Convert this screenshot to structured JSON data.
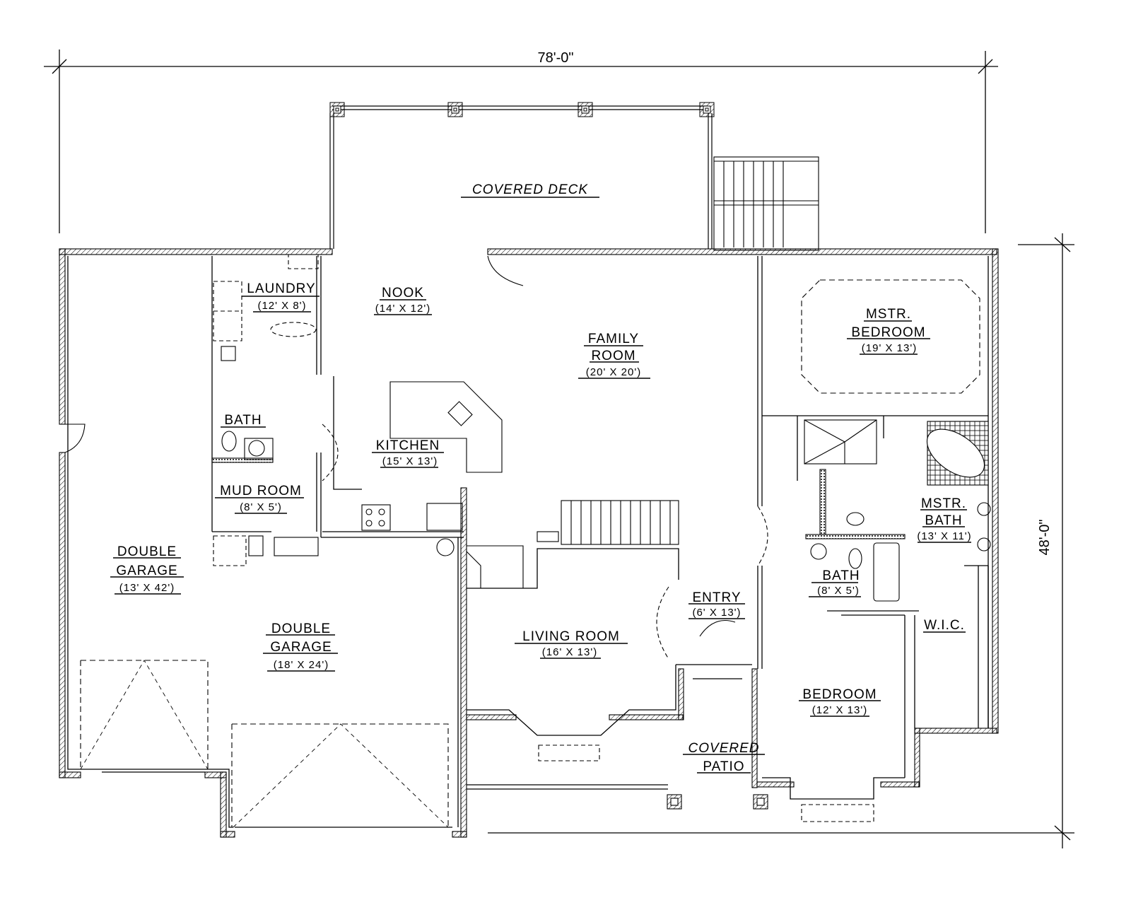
{
  "drawing": {
    "type": "floor plan",
    "background": "#ffffff",
    "line_color": "#000000",
    "overall_dimensions": {
      "width_label": "78'-0\"",
      "depth_label": "48'-0\""
    }
  },
  "rooms": {
    "covered_deck": {
      "name": "COVERED DECK"
    },
    "laundry": {
      "name": "LAUNDRY",
      "size": "(12' X 8')"
    },
    "nook": {
      "name": "NOOK",
      "size": "(14' X 12')"
    },
    "family_room": {
      "name_line1": "FAMILY",
      "name_line2": "ROOM",
      "size": "(20' X 20')"
    },
    "mstr_bedroom": {
      "name_line1": "MSTR.",
      "name_line2": "BEDROOM",
      "size": "(19' X 13')"
    },
    "bath_small": {
      "name": "BATH"
    },
    "kitchen": {
      "name": "KITCHEN",
      "size": "(15' X 13')"
    },
    "mud_room": {
      "name": "MUD ROOM",
      "size": "(8' X 5')"
    },
    "mstr_bath": {
      "name_line1": "MSTR.",
      "name_line2": "BATH",
      "size": "(13' X 11')"
    },
    "bath_hall": {
      "name": "BATH",
      "size": "(8' X 5')"
    },
    "double_garage_left": {
      "name_line1": "DOUBLE",
      "name_line2": "GARAGE",
      "size": "(13' X 42')"
    },
    "double_garage_right": {
      "name_line1": "DOUBLE",
      "name_line2": "GARAGE",
      "size": "(18' X 24')"
    },
    "entry": {
      "name": "ENTRY",
      "size": "(6' X 13')"
    },
    "wic": {
      "name": "W.I.C."
    },
    "living_room": {
      "name": "LIVING ROOM",
      "size": "(16' X 13')"
    },
    "bedroom": {
      "name": "BEDROOM",
      "size": "(12' X 13')"
    },
    "covered_patio": {
      "name_line1": "COVERED",
      "name_line2": "PATIO"
    }
  }
}
